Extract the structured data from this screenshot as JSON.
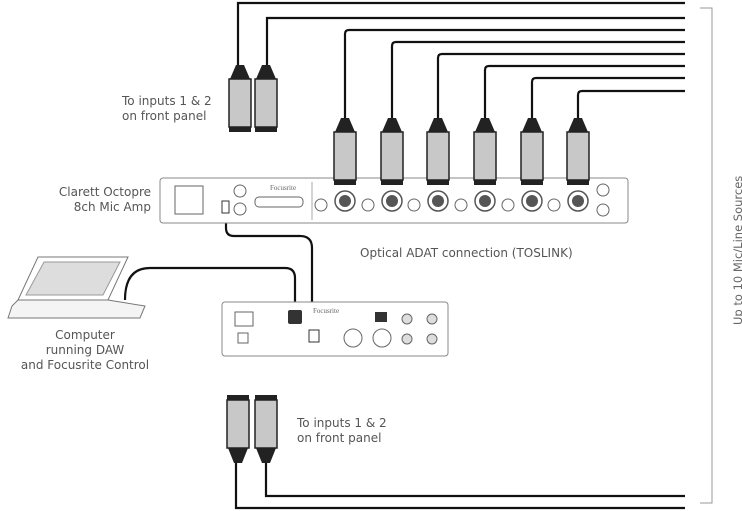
{
  "labels": {
    "top_inputs": [
      "To inputs 1 & 2",
      "on front panel"
    ],
    "bottom_inputs": [
      "To inputs 1 & 2",
      "on front panel"
    ],
    "octopre": [
      "Clarett Octopre",
      "8ch Mic Amp"
    ],
    "adat": "Optical ADAT connection (TOSLINK)",
    "computer": [
      "Computer",
      "running DAW",
      "and Focusrite Control"
    ],
    "sources": "Up to 10 Mic/Line Sources"
  },
  "brand": "Focusrite",
  "colors": {
    "cable": "#111111",
    "device_outline": "#888888",
    "connector_body": "#c8c8c8"
  }
}
